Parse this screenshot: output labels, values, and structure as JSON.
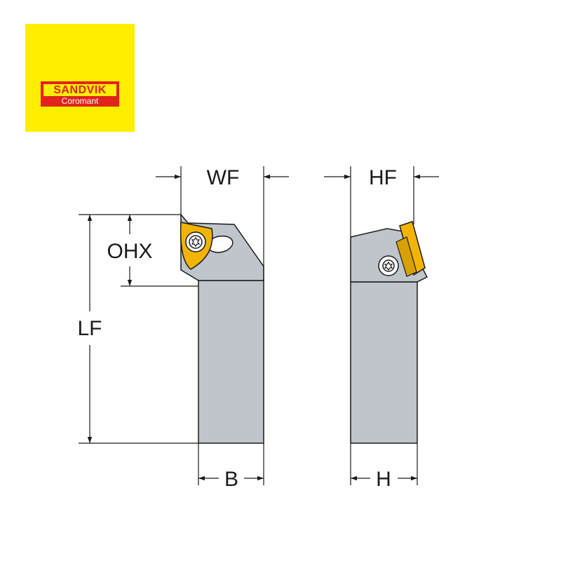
{
  "brand": {
    "name": "SANDVIK",
    "sub": "Coromant",
    "colors": {
      "background": "#ffee00",
      "badge": "#e2231a"
    }
  },
  "labels": {
    "wf": "WF",
    "hf": "HF",
    "ohx": "OHX",
    "lf": "LF",
    "b": "B",
    "h": "H"
  },
  "colors": {
    "body": "#bfc5cb",
    "outline": "#1a1a1a",
    "insert": "#f2b400",
    "line": "#1a1a1a"
  }
}
